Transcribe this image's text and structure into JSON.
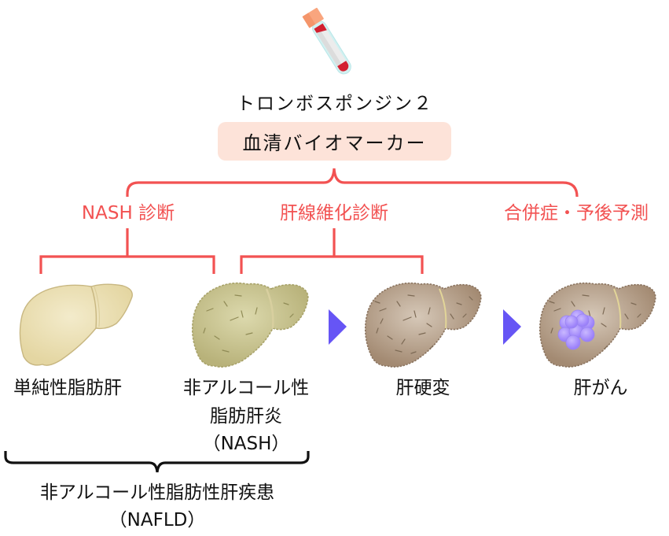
{
  "title": "トロンボスポンジン２",
  "biomarker_label": "血清バイオマーカー",
  "uses": [
    {
      "label": "NASH 診断"
    },
    {
      "label": "肝線維化診断"
    },
    {
      "label": "合併症・予後予測"
    }
  ],
  "stages": [
    {
      "name": "単純性脂肪肝",
      "lines": [
        "単純性脂肪肝"
      ]
    },
    {
      "name": "非アルコール性脂肪肝炎",
      "lines": [
        "非アルコール性",
        "脂肪肝炎",
        "（NASH）"
      ]
    },
    {
      "name": "肝硬変",
      "lines": [
        "肝硬変"
      ]
    },
    {
      "name": "肝がん",
      "lines": [
        "肝がん"
      ]
    }
  ],
  "group": {
    "lines": [
      "非アルコール性脂肪性肝疾患",
      "（NAFLD）"
    ]
  },
  "icons": {
    "sample": "blood-test-tube-icon",
    "progression": "right-triangle-arrow-icon"
  },
  "colors": {
    "accent_red": "#f25252",
    "pill_bg": "#fde3d9",
    "arrow": "#6655f5",
    "liver_healthy": "#e8dba8",
    "liver_nash": "#bfb980",
    "liver_cirrhosis": "#a89078",
    "tumor": "#a58cff"
  }
}
